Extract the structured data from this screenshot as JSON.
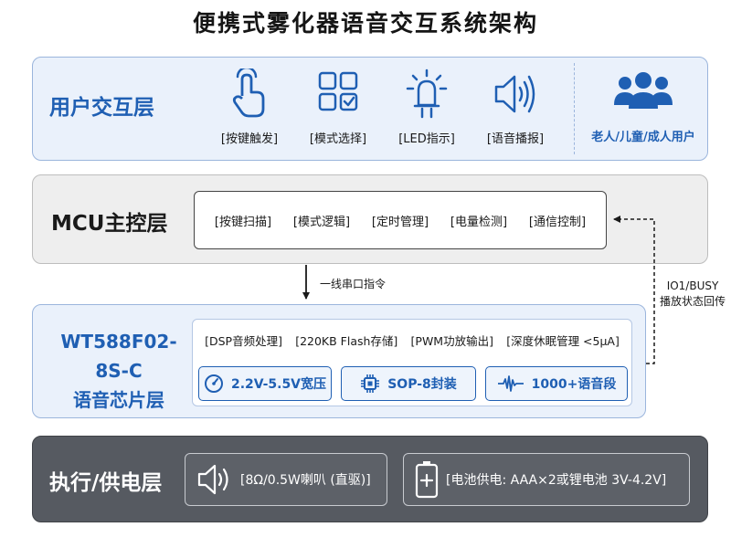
{
  "title": "便携式雾化器语音交互系统架构",
  "user_layer": {
    "name": "用户交互层",
    "items": [
      {
        "label": "[按键触发]",
        "icon": "touch-hand-icon"
      },
      {
        "label": "[模式选择]",
        "icon": "grid-check-icon"
      },
      {
        "label": "[LED指示]",
        "icon": "led-bulb-icon"
      },
      {
        "label": "[语音播报]",
        "icon": "speaker-icon"
      }
    ],
    "users": {
      "label": "老人/儿童/成人用户",
      "icon": "users-group-icon"
    }
  },
  "mcu_layer": {
    "name": "MCU主控层",
    "items": [
      "[按键扫描]",
      "[模式逻辑]",
      "[定时管理]",
      "[电量检测]",
      "[通信控制]"
    ]
  },
  "link_down": "一线串口指令",
  "link_back": {
    "line1": "IO1/BUSY",
    "line2": "播放状态回传"
  },
  "chip_layer": {
    "name_line1": "WT588F02-8S-C",
    "name_line2": "语音芯片层",
    "items": [
      "[DSP音频处理]",
      "[220KB Flash存储]",
      "[PWM功放输出]",
      "[深度休眠管理 <5μA]"
    ],
    "features": [
      {
        "label": "2.2V-5.5V宽压",
        "icon": "gauge-icon"
      },
      {
        "label": "SOP-8封装",
        "icon": "chip-icon"
      },
      {
        "label": "1000+语音段",
        "icon": "waveform-icon"
      }
    ]
  },
  "power_layer": {
    "name": "执行/供电层",
    "speaker": {
      "label": "[8Ω/0.5W喇叭 (直驱)]",
      "icon": "speaker-icon"
    },
    "battery": {
      "label": "[电池供电: AAA×2或锂电池 3V-4.2V]",
      "icon": "battery-icon"
    }
  },
  "colors": {
    "accent": "#1f5fb3",
    "light_panel": "#eaf1fb",
    "gray_panel": "#eeeeee",
    "dark_panel": "#565a61"
  }
}
